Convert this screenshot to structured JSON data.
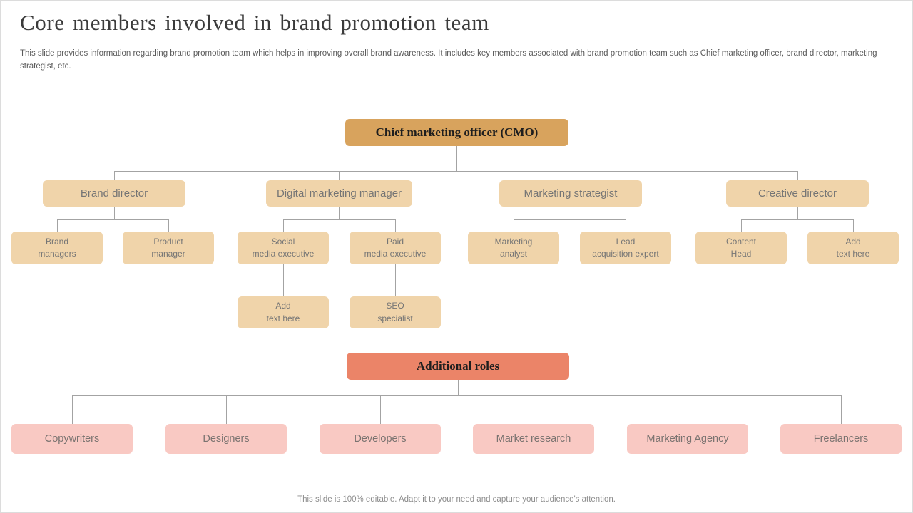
{
  "slide": {
    "title": "Core members involved in brand promotion team",
    "description": "This slide provides information regarding brand promotion team which helps in improving overall brand awareness. It includes key members associated with brand promotion team such as Chief marketing officer, brand director, marketing strategist, etc.",
    "footer": "This slide is 100% editable. Adapt it to your need and capture your audience's attention."
  },
  "colors": {
    "cmo-fill": "#D8A35D",
    "tan-fill": "#F0D4AA",
    "coral-fill": "#EB8468",
    "pink-fill": "#F9C9C3",
    "line": "#A3A3A3"
  },
  "org": {
    "root": {
      "label": "Chief marketing officer (CMO)"
    },
    "level2": [
      {
        "label": "Brand director"
      },
      {
        "label": "Digital marketing manager"
      },
      {
        "label": "Marketing strategist"
      },
      {
        "label": "Creative director"
      }
    ],
    "level3": [
      {
        "label": "Brand\nmanagers"
      },
      {
        "label": "Product\nmanager"
      },
      {
        "label": "Social\nmedia executive"
      },
      {
        "label": "Paid\nmedia executive"
      },
      {
        "label": "Marketing\nanalyst"
      },
      {
        "label": "Lead\nacquisition expert"
      },
      {
        "label": "Content\nHead"
      },
      {
        "label": "Add\ntext here"
      }
    ],
    "level4": [
      {
        "label": "Add\ntext here"
      },
      {
        "label": "SEO\nspecialist"
      }
    ],
    "additional": {
      "label": "Additional roles"
    },
    "roles": [
      {
        "label": "Copywriters"
      },
      {
        "label": "Designers"
      },
      {
        "label": "Developers"
      },
      {
        "label": "Market research"
      },
      {
        "label": "Marketing Agency"
      },
      {
        "label": "Freelancers"
      }
    ]
  }
}
